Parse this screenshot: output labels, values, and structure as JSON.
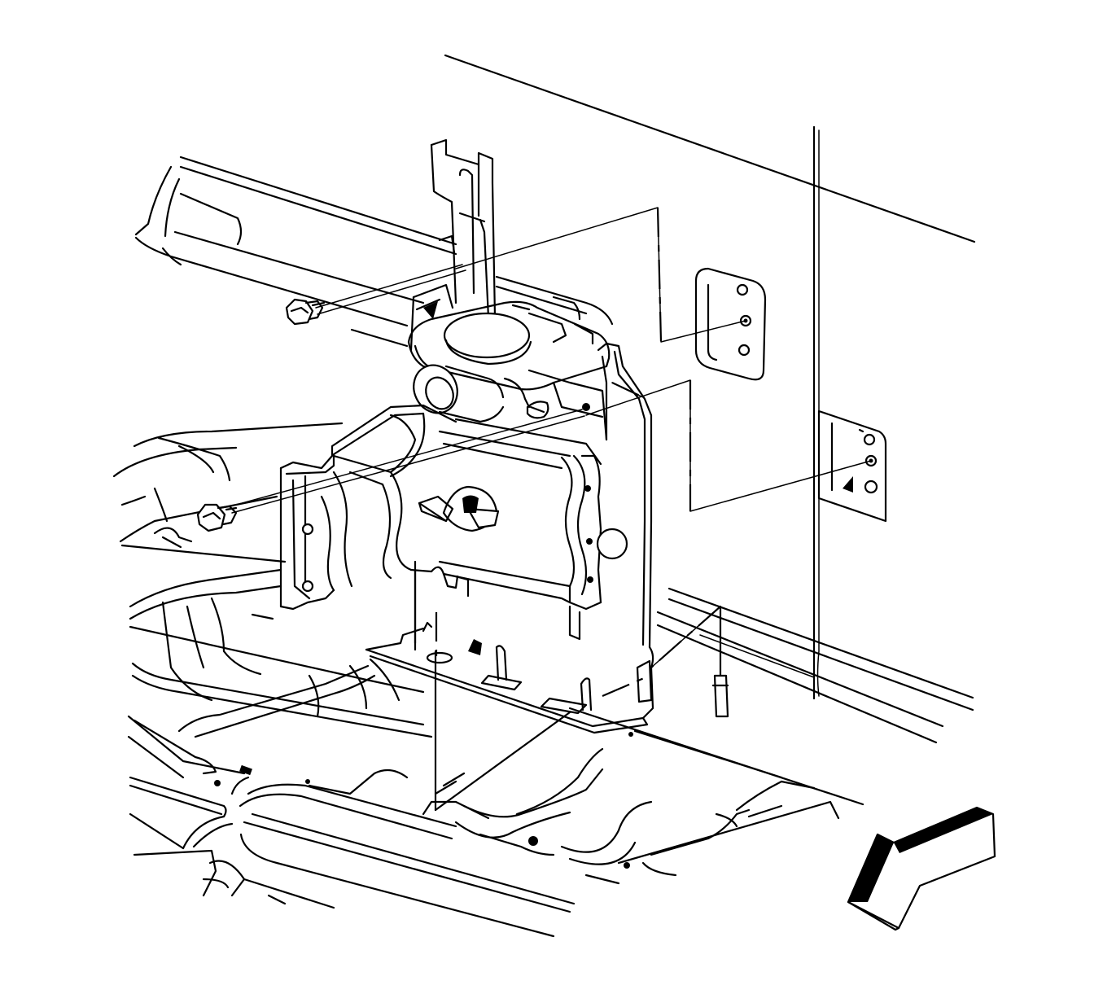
{
  "figure": {
    "type": "exploded-view line illustration",
    "colors": {
      "ink": "#000000",
      "background": "#ffffff"
    },
    "components": [
      "floor-pan",
      "rear-wall-panel",
      "mounting-bracket",
      "module-housing",
      "upper-bolt",
      "lower-bolt",
      "wall-nut-plate-upper",
      "wall-nut-plate-lower",
      "floor-stud",
      "direction-arrow"
    ]
  }
}
